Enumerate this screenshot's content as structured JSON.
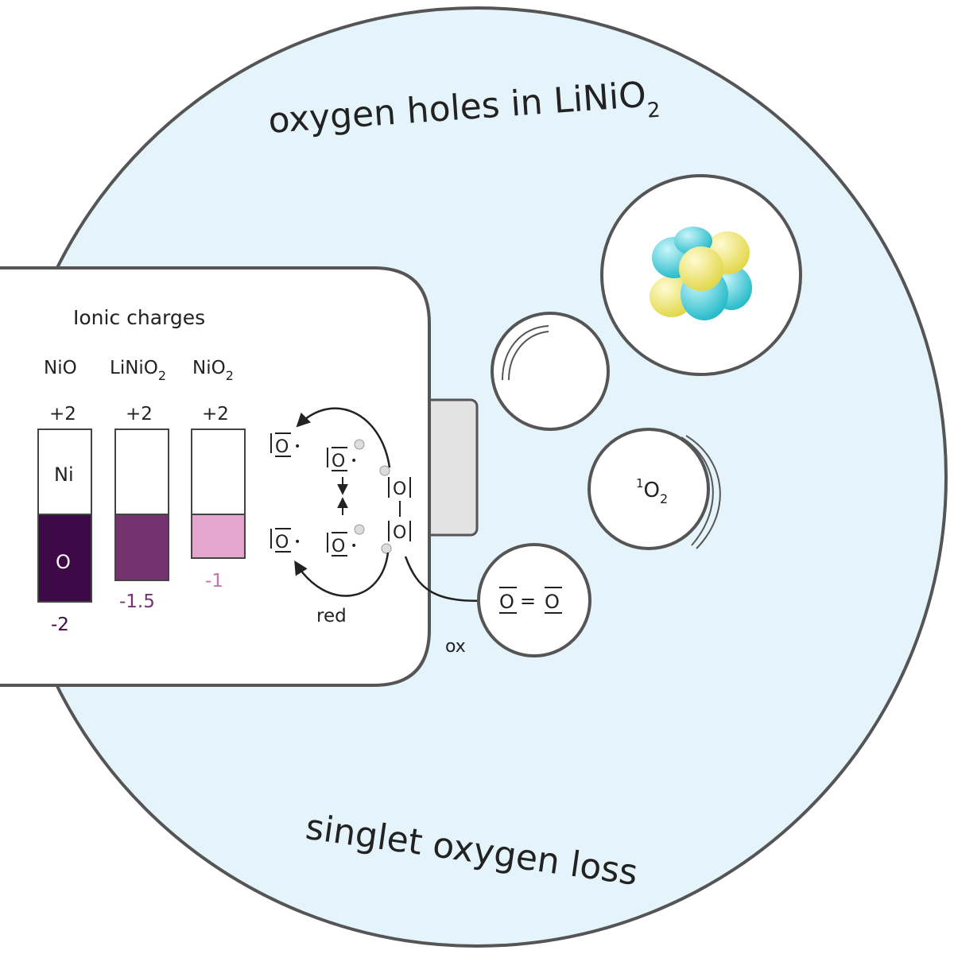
{
  "title": {
    "top_main": "oxygen holes in LiNiO",
    "top_sub": "2",
    "bottom": "singlet oxygen loss"
  },
  "panel": {
    "heading": "Ionic charges",
    "columns": [
      {
        "name": "NiO",
        "sub": "",
        "ni_charge": "+2",
        "o_charge": "-2",
        "o_fill_fraction": 1.0,
        "color": "#3d0a47"
      },
      {
        "name": "LiNiO",
        "sub": "2",
        "ni_charge": "+2",
        "o_charge": "-1.5",
        "o_fill_fraction": 0.75,
        "color": "#74326f"
      },
      {
        "name": "NiO",
        "sub": "2",
        "ni_charge": "+2",
        "o_charge": "-1",
        "o_fill_fraction": 0.5,
        "color": "#e3a6cd"
      }
    ],
    "bar_labels": {
      "ni": "Ni",
      "o": "O"
    }
  },
  "mechanism": {
    "o_symbol": "O",
    "dot": "•",
    "minus": "−",
    "dash": "—",
    "red_label": "red",
    "ox_label": "ox"
  },
  "o2_circle": {
    "left": "O",
    "bond": "=",
    "right": "O"
  },
  "singlet_circle": {
    "sup": "1",
    "main": "O",
    "sub": "2"
  },
  "colors": {
    "background_circle": "#e5f4fb",
    "cyan_lobe": "#4fd2dd",
    "yellow_lobe": "#f2ec85",
    "stroke": "#555555"
  }
}
